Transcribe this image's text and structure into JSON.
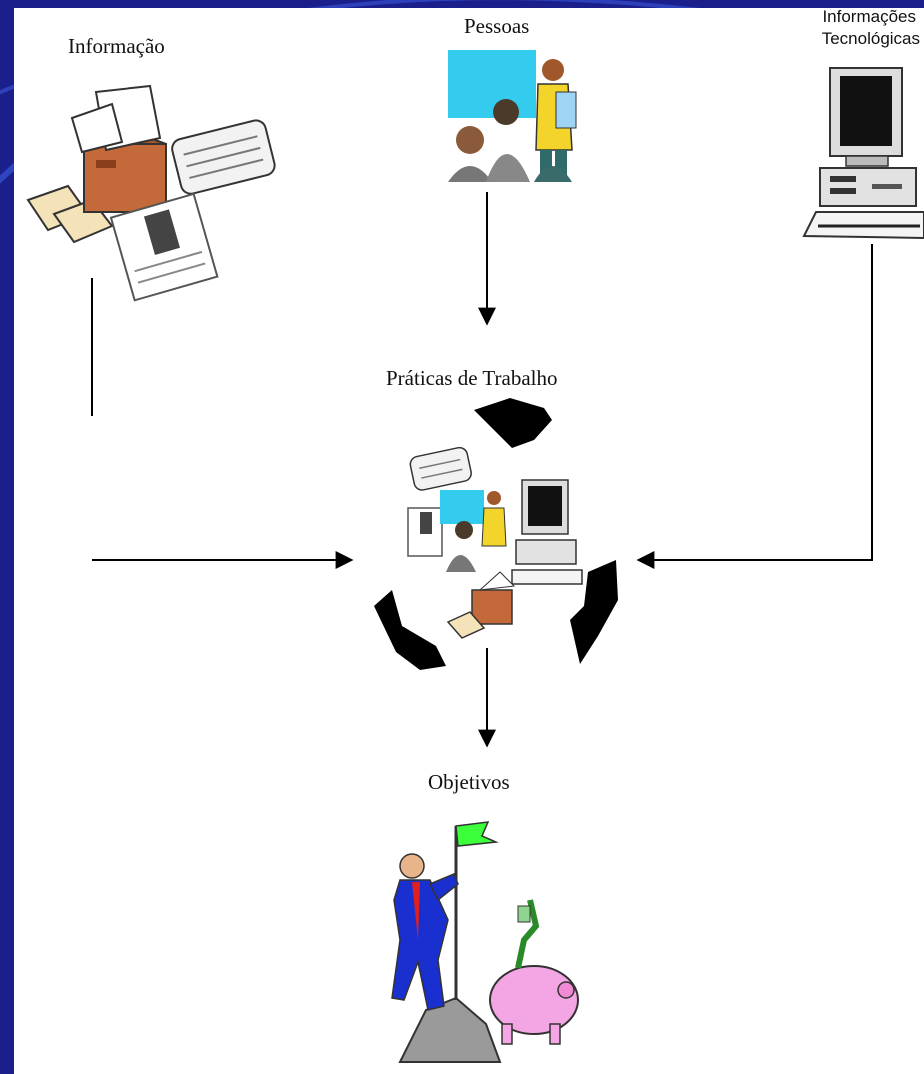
{
  "nodes": {
    "informacao": {
      "label": "Informação"
    },
    "pessoas": {
      "label": "Pessoas"
    },
    "tecnologia": {
      "label_line1": "Informações",
      "label_line2": "Tecnológicas"
    },
    "praticas": {
      "label": "Práticas de Trabalho"
    },
    "objetivos": {
      "label": "Objetivos"
    }
  },
  "colors": {
    "background": "#1a1f8c",
    "panel": "#ffffff",
    "line": "#000000",
    "flag": "#3cff3c",
    "piggy": "#f4a6e4",
    "suit": "#1a2fd0",
    "box": "#c46a3a",
    "board": "#33ccee"
  },
  "icons": [
    "document-box-icon",
    "people-meeting-icon",
    "computer-icon",
    "recycle-arrows-icon",
    "climber-flag-icon",
    "piggy-bank-icon"
  ]
}
